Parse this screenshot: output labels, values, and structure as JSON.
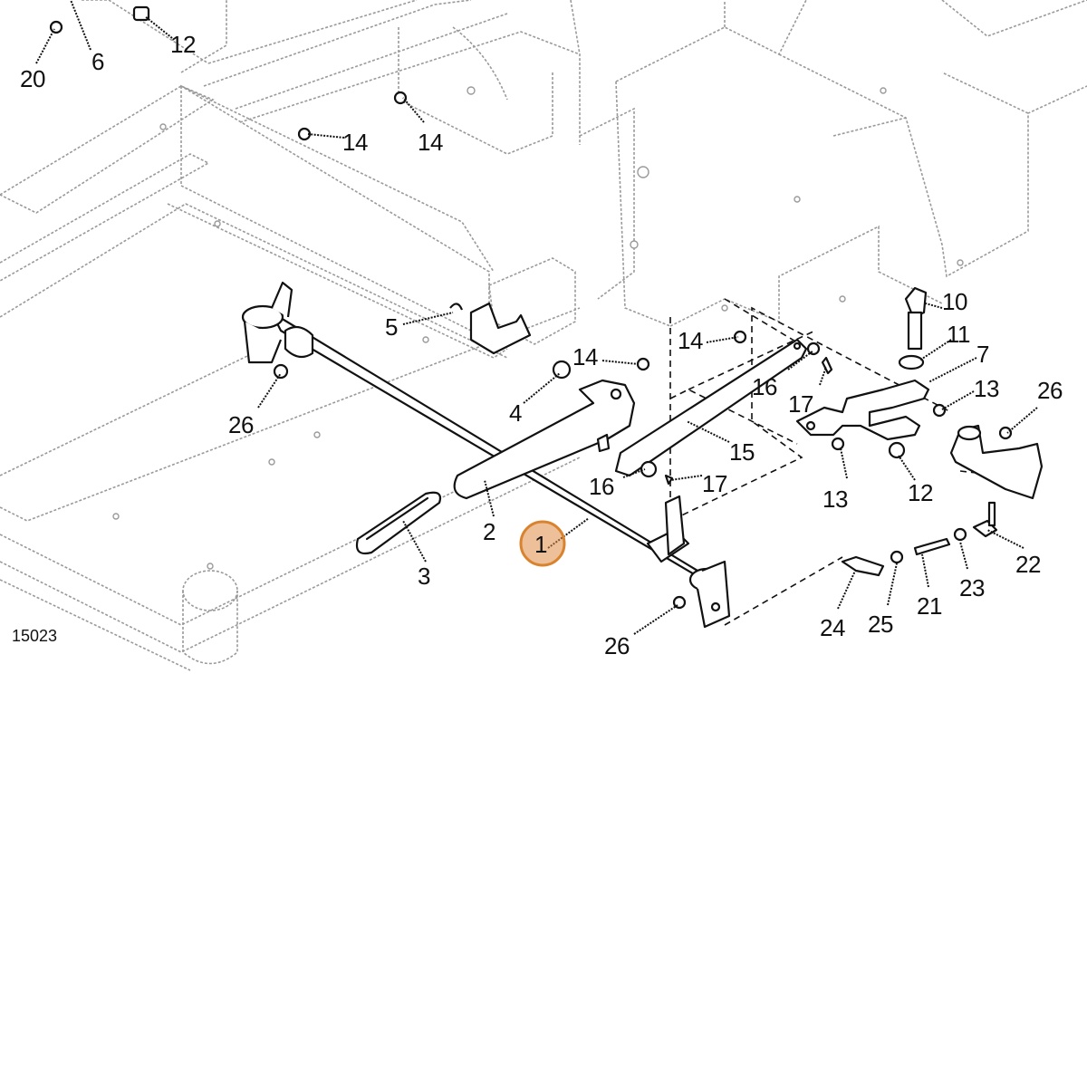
{
  "figure_number": "15023",
  "highlight_color": "#d9832f",
  "selected_callout": "1",
  "callouts": [
    {
      "id": "callout-20",
      "text": "20"
    },
    {
      "id": "callout-6",
      "text": "6"
    },
    {
      "id": "callout-12-top",
      "text": "12"
    },
    {
      "id": "callout-14-a",
      "text": "14"
    },
    {
      "id": "callout-14-b",
      "text": "14"
    },
    {
      "id": "callout-5",
      "text": "5"
    },
    {
      "id": "callout-26-left",
      "text": "26"
    },
    {
      "id": "callout-4",
      "text": "4"
    },
    {
      "id": "callout-14-c",
      "text": "14"
    },
    {
      "id": "callout-14-d",
      "text": "14"
    },
    {
      "id": "callout-10",
      "text": "10"
    },
    {
      "id": "callout-11",
      "text": "11"
    },
    {
      "id": "callout-7",
      "text": "7"
    },
    {
      "id": "callout-16-a",
      "text": "16"
    },
    {
      "id": "callout-17-a",
      "text": "17"
    },
    {
      "id": "callout-13-a",
      "text": "13"
    },
    {
      "id": "callout-26-right",
      "text": "26"
    },
    {
      "id": "callout-15",
      "text": "15"
    },
    {
      "id": "callout-16-b",
      "text": "16"
    },
    {
      "id": "callout-17-b",
      "text": "17"
    },
    {
      "id": "callout-13-b",
      "text": "13"
    },
    {
      "id": "callout-12-b",
      "text": "12"
    },
    {
      "id": "callout-2",
      "text": "2"
    },
    {
      "id": "callout-3",
      "text": "3"
    },
    {
      "id": "callout-1",
      "text": "1"
    },
    {
      "id": "callout-22",
      "text": "22"
    },
    {
      "id": "callout-23",
      "text": "23"
    },
    {
      "id": "callout-21",
      "text": "21"
    },
    {
      "id": "callout-24",
      "text": "24"
    },
    {
      "id": "callout-25",
      "text": "25"
    },
    {
      "id": "callout-26-bottom",
      "text": "26"
    }
  ]
}
